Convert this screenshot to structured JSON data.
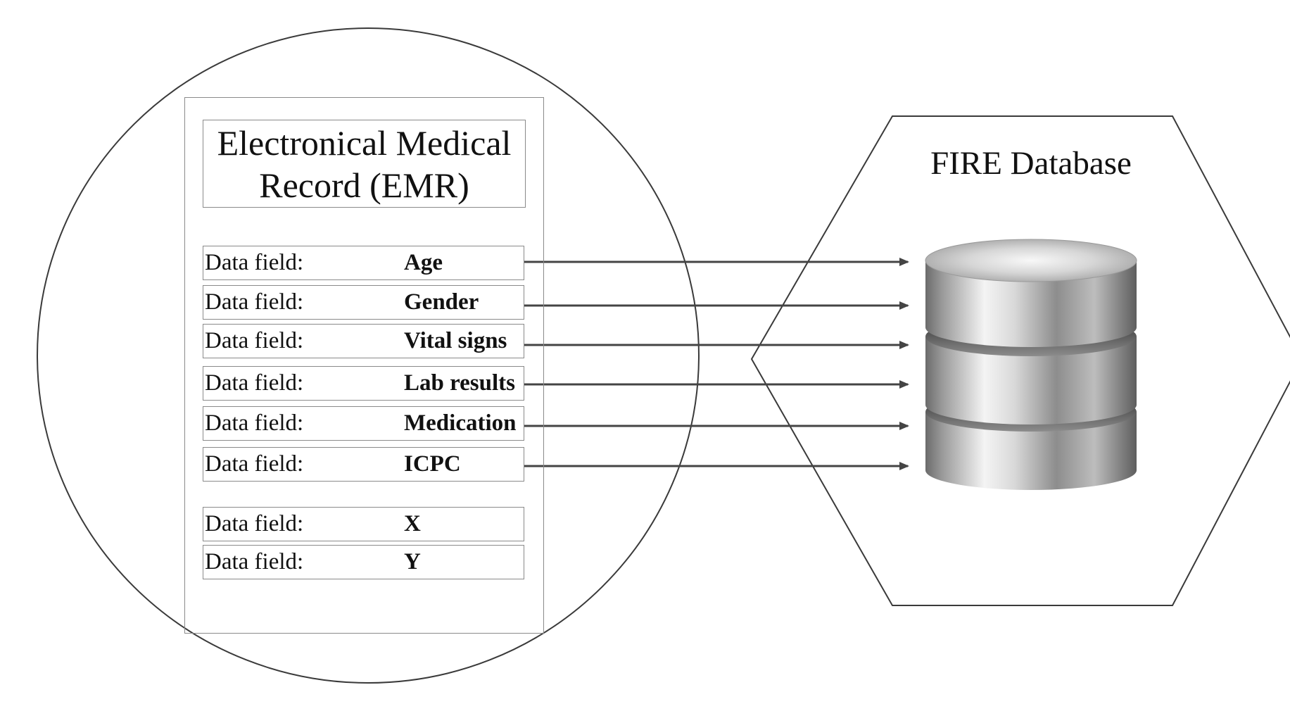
{
  "emr": {
    "title_line1": "Electronical Medical",
    "title_line2": "Record (EMR)",
    "fields": [
      {
        "label": "Data field:",
        "value": "Age"
      },
      {
        "label": "Data field:",
        "value": "Gender"
      },
      {
        "label": "Data field:",
        "value": "Vital signs"
      },
      {
        "label": "Data field:",
        "value": "Lab results"
      },
      {
        "label": "Data field:",
        "value": "Medication"
      },
      {
        "label": "Data field:",
        "value": "ICPC"
      },
      {
        "label": "Data field:",
        "value": "X"
      },
      {
        "label": "Data field:",
        "value": "Y"
      }
    ]
  },
  "database": {
    "title": "FIRE Database",
    "icon": "database-cylinder-icon"
  },
  "colors": {
    "outline": "#3a3a3a",
    "box_border": "#8a8a8a",
    "arrow": "#444444",
    "cylinder_light": "#f2f2f2",
    "cylinder_dark": "#5a5a5a"
  }
}
